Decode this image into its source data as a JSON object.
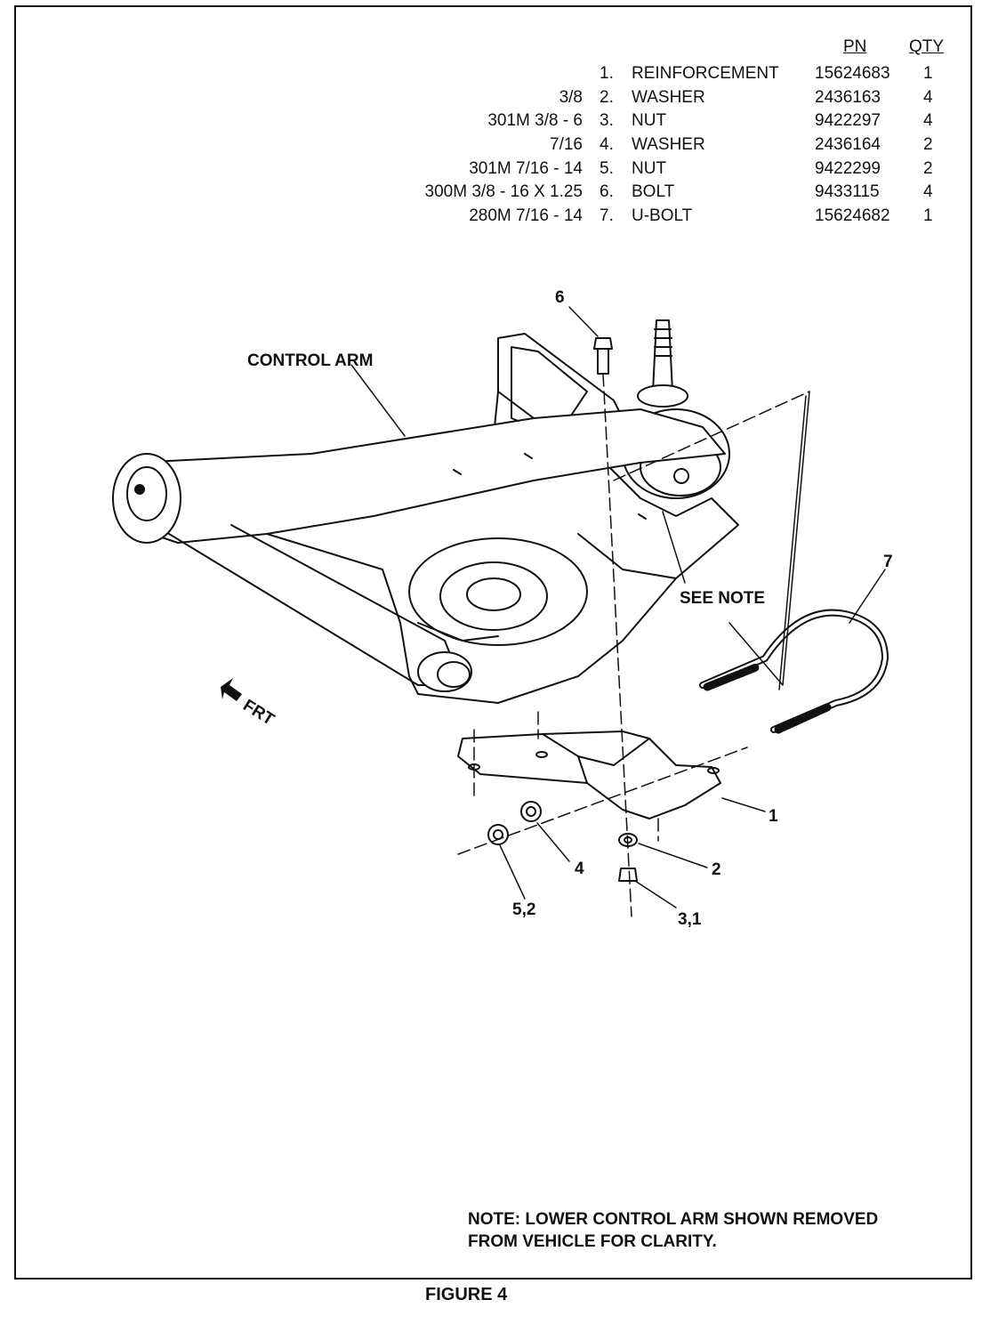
{
  "parts_table": {
    "headers": {
      "pn": "PN",
      "qty": "QTY"
    },
    "rows": [
      {
        "spec": "",
        "number": "1.",
        "description": "REINFORCEMENT",
        "pn": "15624683",
        "qty": "1"
      },
      {
        "spec": "3/8",
        "number": "2.",
        "description": "WASHER",
        "pn": "2436163",
        "qty": "4"
      },
      {
        "spec": "301M 3/8 - 6",
        "number": "3.",
        "description": "NUT",
        "pn": "9422297",
        "qty": "4"
      },
      {
        "spec": "7/16",
        "number": "4.",
        "description": "WASHER",
        "pn": "2436164",
        "qty": "2"
      },
      {
        "spec": "301M 7/16 - 14",
        "number": "5.",
        "description": "NUT",
        "pn": "9422299",
        "qty": "2"
      },
      {
        "spec": "300M 3/8 - 16 X 1.25",
        "number": "6.",
        "description": "BOLT",
        "pn": "9433115",
        "qty": "4"
      },
      {
        "spec": "280M 7/16 - 14",
        "number": "7.",
        "description": "U-BOLT",
        "pn": "15624682",
        "qty": "1"
      }
    ]
  },
  "callouts": {
    "control_arm": "CONTROL ARM",
    "see_note": "SEE NOTE",
    "front": "FRT",
    "c6": "6",
    "c7": "7",
    "c1": "1",
    "c2": "2",
    "c4": "4",
    "c52": "5,2",
    "c31": "3,1"
  },
  "note": {
    "line1": "NOTE: LOWER CONTROL ARM SHOWN REMOVED",
    "line2": "FROM VEHICLE FOR CLARITY."
  },
  "caption": "FIGURE 4"
}
